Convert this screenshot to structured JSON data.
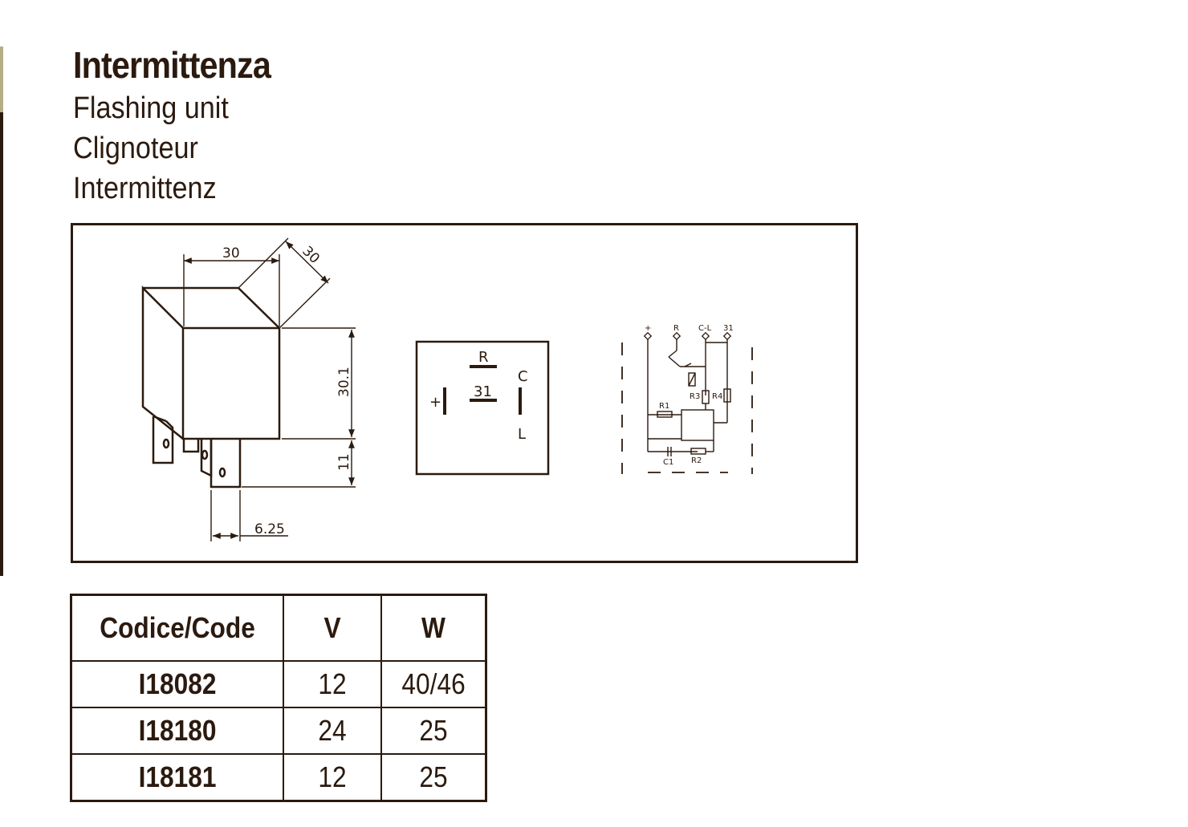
{
  "heading": {
    "title": "Intermittenza",
    "subtitles": [
      "Flashing unit",
      "Clignoteur",
      "Intermittenz"
    ]
  },
  "drawing": {
    "dimensions": {
      "width_top": "30",
      "depth": "30",
      "height": "30.1",
      "pin_length": "11",
      "pin_width": "6.25"
    },
    "pinout": {
      "r": "R",
      "pin31": "31",
      "plus": "+",
      "c": "C",
      "l": "L"
    },
    "schematic": {
      "terminal_plus": "+",
      "terminal_r": "R",
      "terminal_cl": "C-L",
      "terminal_31": "31",
      "r1": "R1",
      "r2": "R2",
      "r3": "R3",
      "r4": "R4",
      "c1": "C1"
    }
  },
  "table": {
    "headers": [
      "Codice/Code",
      "V",
      "W"
    ],
    "rows": [
      {
        "code": "I18082",
        "v": "12",
        "w": "40/46"
      },
      {
        "code": "I18180",
        "v": "24",
        "w": "25"
      },
      {
        "code": "I18181",
        "v": "12",
        "w": "25"
      }
    ]
  },
  "colors": {
    "ink": "#2b1a0f",
    "accent_bar": "#b7ad85"
  }
}
